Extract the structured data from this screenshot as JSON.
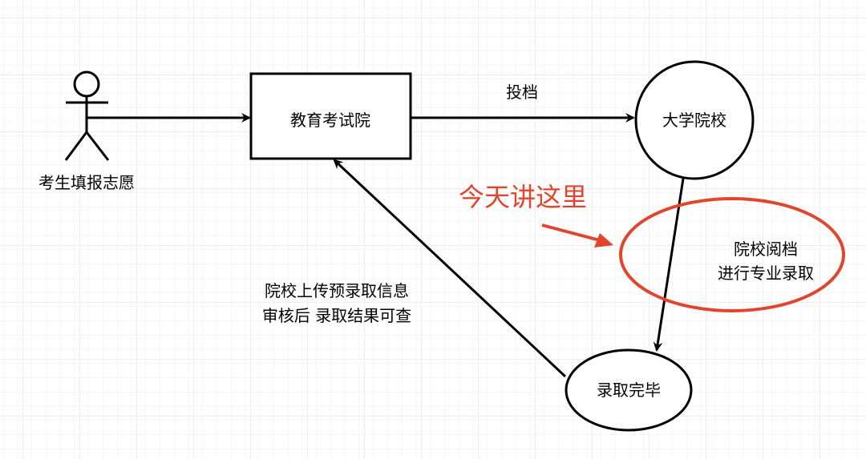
{
  "nodes": {
    "actor": "考生填报志愿",
    "exam_institute": "教育考试院",
    "university": "大学院校",
    "admission_done": "录取完毕"
  },
  "edges": {
    "submit_files": "投档",
    "upload_line1": "院校上传预录取信息",
    "upload_line2": "审核后 录取结果可查"
  },
  "annotation": {
    "callout": "今天讲这里",
    "highlight_line1": "院校阅档",
    "highlight_line2": "进行专业录取"
  },
  "colors": {
    "accent": "#e0452e",
    "line": "#000000",
    "grid": "#e6e6e6"
  }
}
